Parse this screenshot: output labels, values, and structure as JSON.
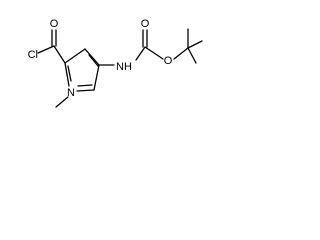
{
  "molecule": {
    "atoms": {
      "acyl_chlorine": "Cl",
      "carbonyl_oxygen_acyl": "O",
      "ring_nitrogen": "N",
      "amide_nitrogen": "NH",
      "carbonyl_oxygen_carbamate": "O",
      "ester_oxygen": "O"
    }
  }
}
